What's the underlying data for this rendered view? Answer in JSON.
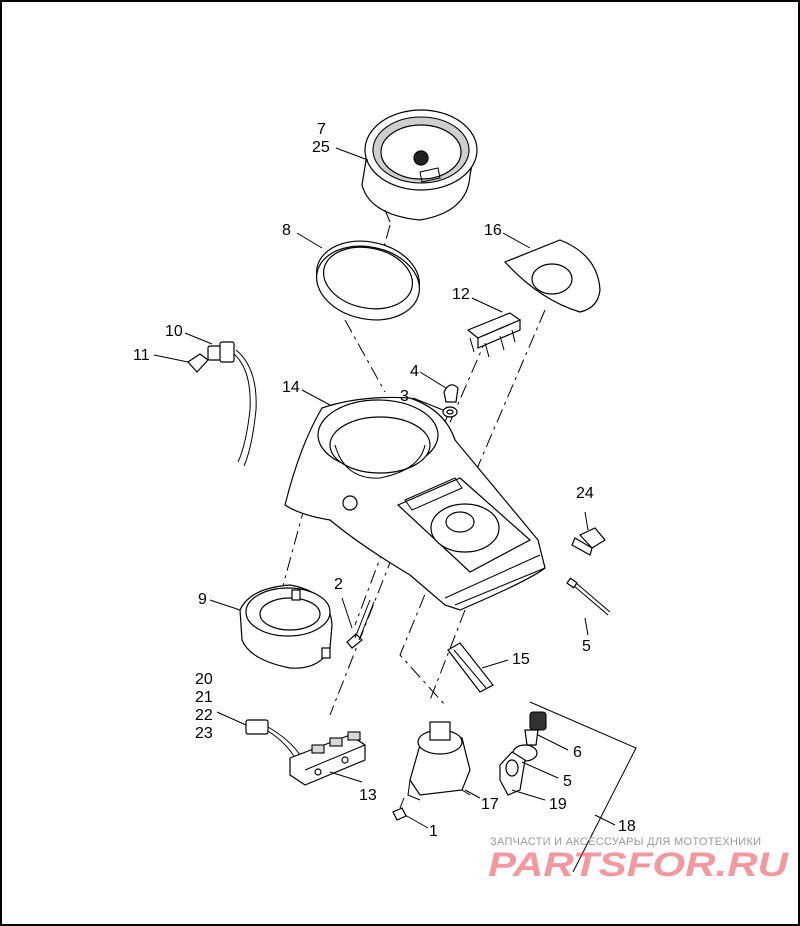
{
  "labels": [
    {
      "id": "lbl-7",
      "text": "7"
    },
    {
      "id": "lbl-25",
      "text": "25"
    },
    {
      "id": "lbl-8",
      "text": "8"
    },
    {
      "id": "lbl-16",
      "text": "16"
    },
    {
      "id": "lbl-12",
      "text": "12"
    },
    {
      "id": "lbl-10",
      "text": "10"
    },
    {
      "id": "lbl-11",
      "text": "11"
    },
    {
      "id": "lbl-4",
      "text": "4"
    },
    {
      "id": "lbl-3",
      "text": "3"
    },
    {
      "id": "lbl-14",
      "text": "14"
    },
    {
      "id": "lbl-24",
      "text": "24"
    },
    {
      "id": "lbl-2",
      "text": "2"
    },
    {
      "id": "lbl-9",
      "text": "9"
    },
    {
      "id": "lbl-5a",
      "text": "5"
    },
    {
      "id": "lbl-15",
      "text": "15"
    },
    {
      "id": "lbl-20",
      "text": "20"
    },
    {
      "id": "lbl-21",
      "text": "21"
    },
    {
      "id": "lbl-22",
      "text": "22"
    },
    {
      "id": "lbl-23",
      "text": "23"
    },
    {
      "id": "lbl-6",
      "text": "6"
    },
    {
      "id": "lbl-5b",
      "text": "5"
    },
    {
      "id": "lbl-13",
      "text": "13"
    },
    {
      "id": "lbl-17",
      "text": "17"
    },
    {
      "id": "lbl-19",
      "text": "19"
    },
    {
      "id": "lbl-18",
      "text": "18"
    },
    {
      "id": "lbl-1",
      "text": "1"
    }
  ],
  "watermark": {
    "tagline": "ЗАПЧАСТИ И АКСЕССУАРЫ ДЛЯ МОТОТЕХНИКИ",
    "brand": "PARTSFOR.RU"
  }
}
